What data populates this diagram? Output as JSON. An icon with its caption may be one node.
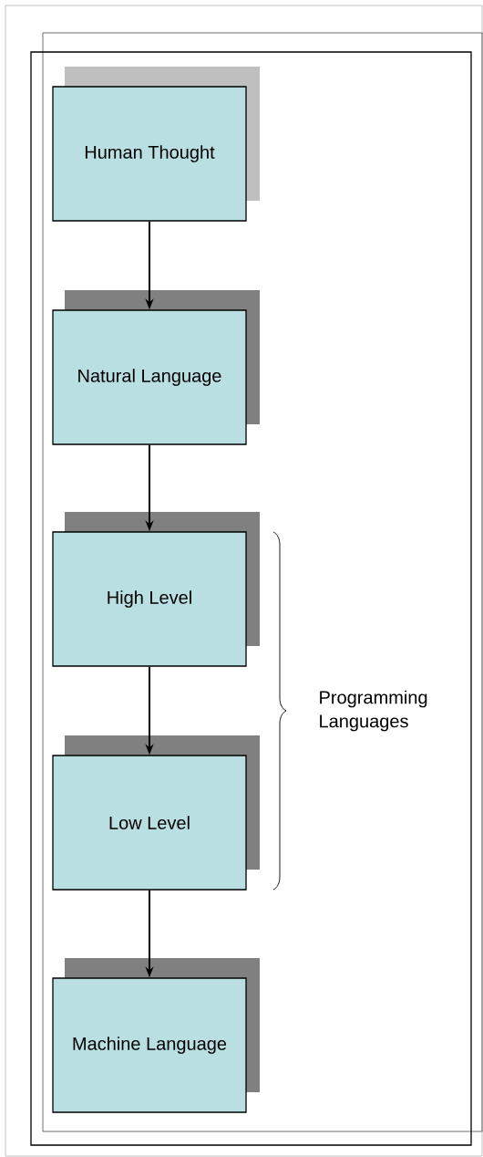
{
  "diagram": {
    "nodes": [
      {
        "text": [
          "Human Thought"
        ]
      },
      {
        "text": [
          "Natural Language"
        ]
      },
      {
        "text": [
          "High Level"
        ]
      },
      {
        "text": [
          "Low Level"
        ]
      },
      {
        "text": [
          "Machine Language"
        ]
      }
    ],
    "edges": [
      {
        "from": 0,
        "to": 1,
        "arrow": "to"
      },
      {
        "from": 1,
        "to": 2,
        "arrow": "to"
      },
      {
        "from": 2,
        "to": 3,
        "arrow": "to"
      },
      {
        "from": 3,
        "to": 4,
        "arrow": "to"
      }
    ],
    "labels": [
      "Programming Languages"
    ]
  }
}
